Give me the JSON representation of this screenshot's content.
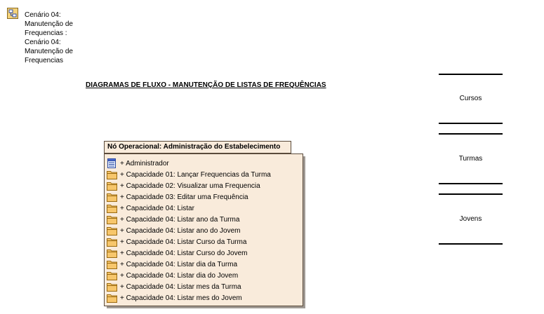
{
  "caption": {
    "lines": [
      "Cenário 04:",
      "Manutenção de",
      "Frequencias :",
      "Cenário 04:",
      "Manutenção de",
      "Frequencias"
    ]
  },
  "title": "DIAGRAMAS DE FLUXO - MANUTENÇÃO DE LISTAS DE FREQUÊNCIAS",
  "package": {
    "name": "Nó Operacional: Administração do Estabelecimento",
    "items": [
      {
        "label": "+ Administrador",
        "icon": "class-icon"
      },
      {
        "label": "+ Capacidade 01: Lançar Frequencias da Turma",
        "icon": "folder-icon"
      },
      {
        "label": "+ Capacidade 02: Visualizar uma Frequencia",
        "icon": "folder-icon"
      },
      {
        "label": "+ Capacidade 03: Editar uma Frequência",
        "icon": "folder-icon"
      },
      {
        "label": "+ Capacidade 04: Listar",
        "icon": "folder-icon"
      },
      {
        "label": "+ Capacidade 04: Listar ano da Turma",
        "icon": "folder-icon"
      },
      {
        "label": "+ Capacidade 04: Listar ano do Jovem",
        "icon": "folder-icon"
      },
      {
        "label": "+ Capacidade 04: Listar Curso da Turma",
        "icon": "folder-icon"
      },
      {
        "label": "+ Capacidade 04: Listar Curso do Jovem",
        "icon": "folder-icon"
      },
      {
        "label": "+ Capacidade 04: Listar dia da Turma",
        "icon": "folder-icon"
      },
      {
        "label": "+ Capacidade 04: Listar dia do Jovem",
        "icon": "folder-icon"
      },
      {
        "label": "+ Capacidade 04: Listar mes da Turma",
        "icon": "folder-icon"
      },
      {
        "label": "+ Capacidade 04: Listar mes do Jovem",
        "icon": "folder-icon"
      }
    ]
  },
  "entities": [
    {
      "label": "Cursos"
    },
    {
      "label": "Turmas"
    },
    {
      "label": "Jovens"
    }
  ],
  "colors": {
    "package_fill": "#f9ebdb",
    "package_border": "#5a4a3a",
    "folder_fill": "#f7c66b"
  }
}
